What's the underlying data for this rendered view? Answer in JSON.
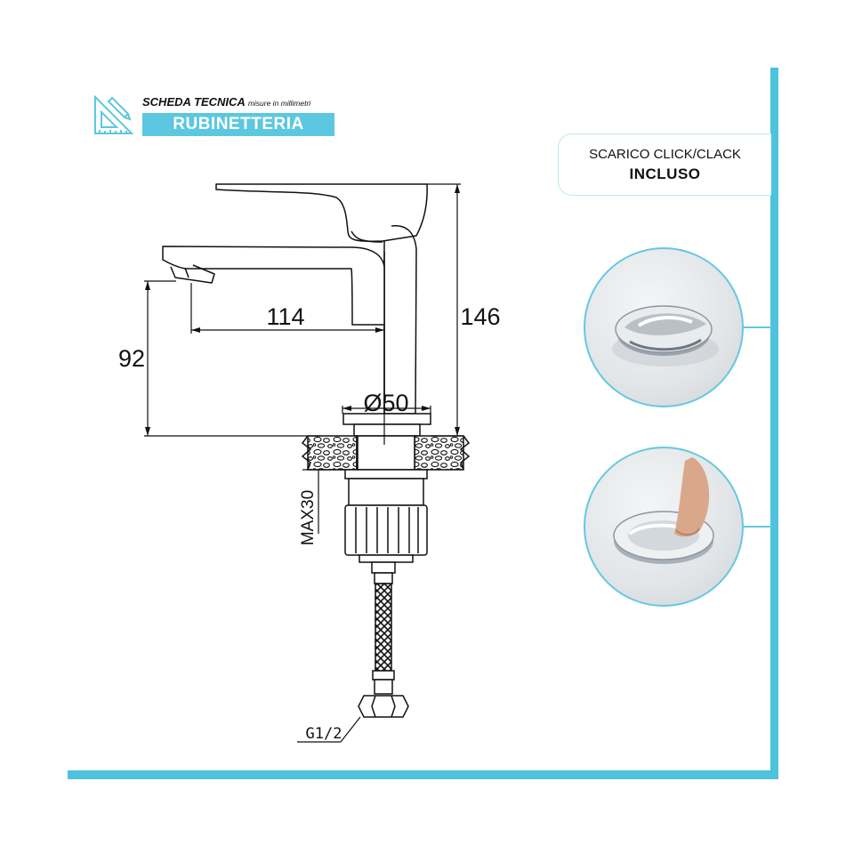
{
  "header": {
    "title": "SCHEDA TECNICA",
    "subtitle": "misure in millimetri",
    "banner": "RUBINETTERIA"
  },
  "dimensions": {
    "spout_reach": "114",
    "total_height": "146",
    "spout_height": "92",
    "base_diameter": "Ø50",
    "max_thickness": "MAX30",
    "connection": "G1/2"
  },
  "info_box": {
    "line1": "SCARICO CLICK/CLACK",
    "line2": "INCLUSO"
  },
  "colors": {
    "accent": "#4ec3de",
    "line": "#111111"
  }
}
